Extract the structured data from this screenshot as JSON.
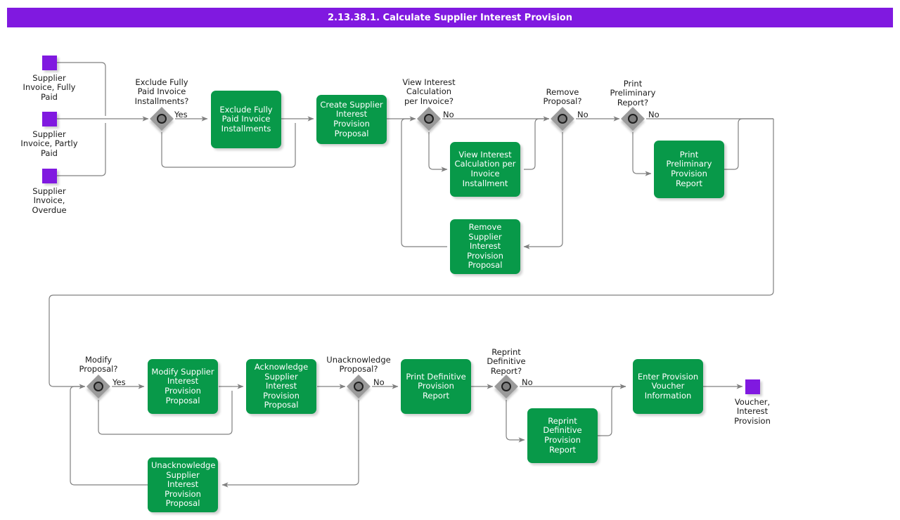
{
  "header": {
    "title": "2.13.38.1. Calculate Supplier Interest Provision",
    "bar_color": "#8019E0",
    "text_color": "#FFFFFF"
  },
  "palette": {
    "activity_green": "#089949",
    "event_purple": "#8019E0",
    "gateway_gray": "#9A9A9A",
    "connector_gray": "#808080",
    "text_dark": "#1A1A1A",
    "background": "#FFFFFF"
  },
  "diagram": {
    "type": "flowchart",
    "start_events": [
      {
        "id": "start-fully-paid",
        "label": "Supplier\nInvoice, Fully\nPaid"
      },
      {
        "id": "start-partly-paid",
        "label": "Supplier\nInvoice, Partly\nPaid"
      },
      {
        "id": "start-overdue",
        "label": "Supplier\nInvoice,\nOverdue"
      }
    ],
    "end_events": [
      {
        "id": "end-voucher",
        "label": "Voucher,\nInterest\nProvision"
      }
    ],
    "gateways": [
      {
        "id": "gw-exclude",
        "label": "Exclude Fully\nPaid Invoice\nInstallments?",
        "branch": "Yes"
      },
      {
        "id": "gw-view",
        "label": "View Interest\nCalculation\nper Invoice?",
        "branch": "No"
      },
      {
        "id": "gw-remove",
        "label": "Remove\nProposal?",
        "branch": "No"
      },
      {
        "id": "gw-print-prelim",
        "label": "Print\nPreliminary\nReport?",
        "branch": "No"
      },
      {
        "id": "gw-modify",
        "label": "Modify\nProposal?",
        "branch": "Yes"
      },
      {
        "id": "gw-unack",
        "label": "Unacknowledge\nProposal?",
        "branch": "No"
      },
      {
        "id": "gw-reprint",
        "label": "Reprint\nDefinitive\nReport?",
        "branch": "No"
      }
    ],
    "activities": [
      {
        "id": "act-exclude",
        "label": "Exclude Fully\nPaid Invoice\nInstallments"
      },
      {
        "id": "act-create",
        "label": "Create Supplier\nInterest\nProvision\nProposal"
      },
      {
        "id": "act-view-inst",
        "label": "View Interest\nCalculation per\nInvoice\nInstallment"
      },
      {
        "id": "act-remove",
        "label": "Remove\nSupplier Interest\nProvision\nProposal"
      },
      {
        "id": "act-print-prelim",
        "label": "Print Preliminary\nProvision Report"
      },
      {
        "id": "act-modify",
        "label": "Modify Supplier\nInterest\nProvision\nProposal"
      },
      {
        "id": "act-ack",
        "label": "Acknowledge\nSupplier Interest\nProvision\nProposal"
      },
      {
        "id": "act-unack",
        "label": "Unacknowledge\nSupplier Interest\nProvision\nProposal"
      },
      {
        "id": "act-print-def",
        "label": "Print Definitive\nProvision Report"
      },
      {
        "id": "act-reprint-def",
        "label": "Reprint\nDefinitive\nProvision Report"
      },
      {
        "id": "act-enter-voucher",
        "label": "Enter Provision\nVoucher\nInformation"
      }
    ]
  }
}
